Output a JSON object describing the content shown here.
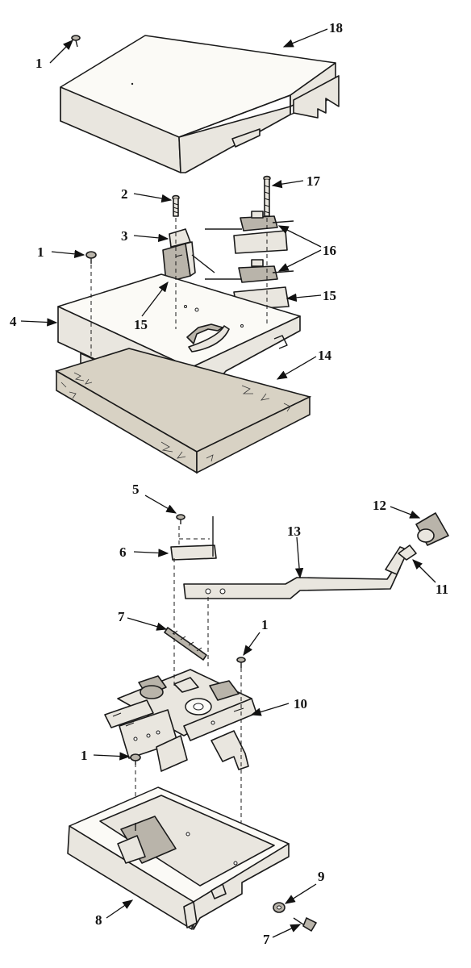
{
  "diagram": {
    "callouts": {
      "c1_top": "1",
      "c18": "18",
      "c2": "2",
      "c17": "17",
      "c3": "3",
      "c1_mid": "1",
      "c16": "16",
      "c15_right": "15",
      "c4": "4",
      "c15_left": "15",
      "c14": "14",
      "c5": "5",
      "c12": "12",
      "c13": "13",
      "c6": "6",
      "c11": "11",
      "c7": "7",
      "c1_lower": "1",
      "c10": "10",
      "c1_bottom": "1",
      "c9": "9",
      "c8": "8",
      "c7_bottom": "7"
    }
  }
}
